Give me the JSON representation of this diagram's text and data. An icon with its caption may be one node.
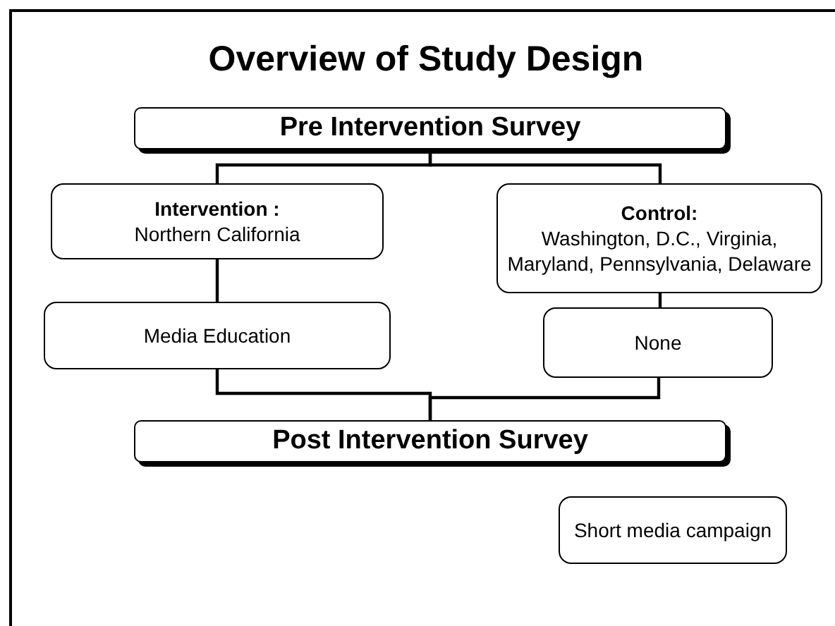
{
  "diagram": {
    "title": "Overview of Study Design",
    "nodes": [
      {
        "text": [
          "Pre Intervention Survey"
        ]
      },
      {
        "text": [
          "Intervention :",
          "Northern California"
        ]
      },
      {
        "text": [
          "Control:",
          "Washington, D.C., Virginia, Maryland, Pennsylvania, Delaware"
        ]
      },
      {
        "text": [
          "Media Education"
        ]
      },
      {
        "text": [
          "None"
        ]
      },
      {
        "text": [
          "Post Intervention Survey"
        ]
      },
      {
        "text": [
          "Short media campaign"
        ]
      }
    ],
    "edges": [
      {
        "from": 0,
        "to": 1,
        "arrow": "none"
      },
      {
        "from": 0,
        "to": 2,
        "arrow": "none"
      },
      {
        "from": 1,
        "to": 3,
        "arrow": "none"
      },
      {
        "from": 2,
        "to": 4,
        "arrow": "none"
      },
      {
        "from": 3,
        "to": 5,
        "arrow": "none"
      },
      {
        "from": 4,
        "to": 5,
        "arrow": "none"
      }
    ]
  }
}
